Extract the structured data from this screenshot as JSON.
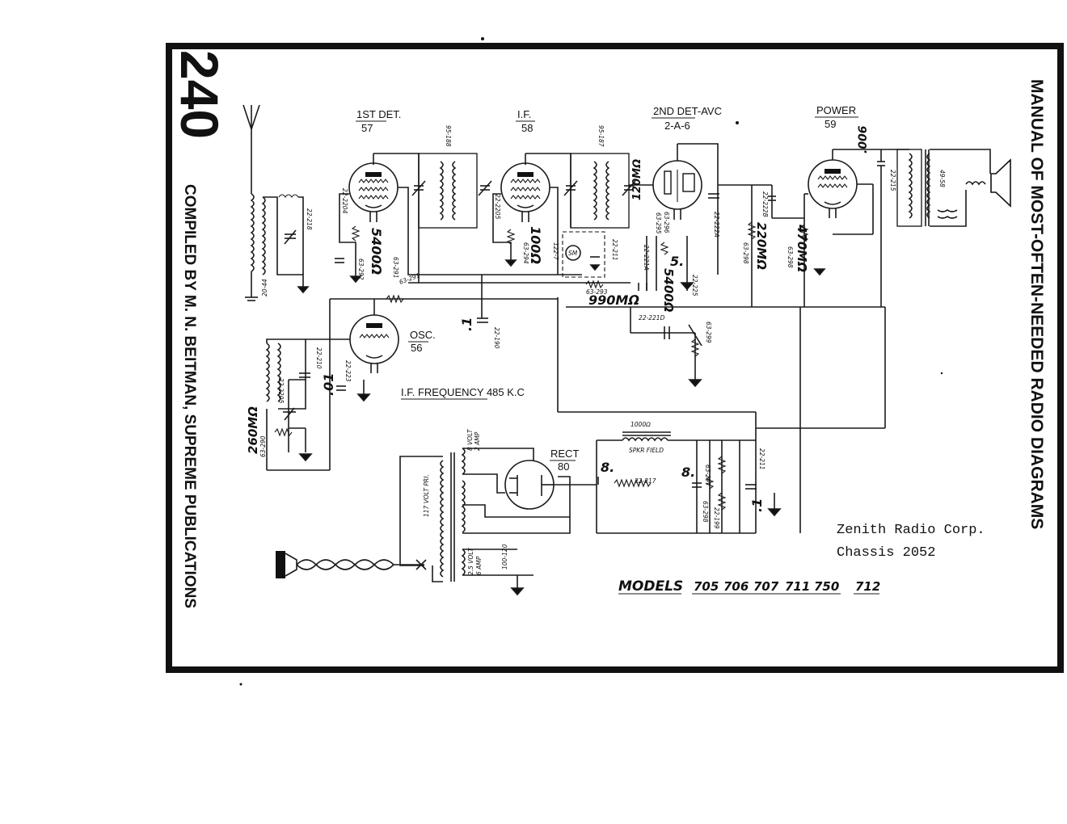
{
  "page_number": "240",
  "credit": "COMPILED BY M. N. BEITMAN, SUPREME PUBLICATIONS",
  "manual_title": "MANUAL OF MOST-OFTEN-NEEDED RADIO DIAGRAMS",
  "maker": "Zenith Radio Corp.",
  "chassis": "Chassis 2052",
  "models_label": "MODELS",
  "models": [
    "705",
    "706",
    "707",
    "711",
    "750",
    "712"
  ],
  "if_frequency": "I.F. FREQUENCY  485 K.C",
  "tubes": {
    "det1": {
      "name": "1ST DET.",
      "type": "57"
    },
    "if": {
      "name": "I.F.",
      "type": "58"
    },
    "det2": {
      "name": "2ND DET-AVC",
      "type": "2-A-6"
    },
    "power": {
      "name": "POWER",
      "type": "59"
    },
    "osc": {
      "name": "OSC.",
      "type": "56"
    },
    "rect": {
      "name": "RECT",
      "type": "80"
    }
  },
  "values": {
    "r_5400_a": "5400Ω",
    "r_100": "100Ω",
    "r_990": "990MΩ",
    "r_120": "120MΩ",
    "r_5400_b": "5400Ω",
    "r_220": "220MΩ",
    "r_470": "470MΩ",
    "r_260": "260MΩ",
    "c_01": ".01",
    "c_1a": ".1",
    "c_1b": ".1",
    "c_006": ".006",
    "c_8a": "8.",
    "c_8b": "8.",
    "c_5": "5.",
    "field": "1000Ω",
    "spkr_field": "SPKR FIELD",
    "spk": "49-58"
  },
  "parts": {
    "p22218": "22-218",
    "p22204": "22-2204",
    "p63292": "63-292",
    "p63291": "63-291",
    "p95188": "95-188",
    "p22205": "22-2205",
    "p63294": "63-294",
    "p95187": "95-187",
    "p1227": "122-7",
    "p22211a": "22-211",
    "p22221a": "22-221A",
    "p63293": "63-293",
    "p63295": "63-295",
    "p63296": "63-296",
    "p22225": "22-225",
    "p22222a": "22-222A",
    "p22221b": "22-221B",
    "p63298": "63-298",
    "p22222b": "22-222B",
    "p22215": "22-215",
    "p63299": "63-299",
    "p22190": "22-190",
    "p20244": "20-44",
    "p22210": "22-210",
    "p22223": "22-223",
    "p63290": "63-290",
    "p22217": "22-217",
    "p63297": "63-297",
    "p63298b": "63-298",
    "p22199": "22-199",
    "p22211b": "22-211",
    "p22221d": "22-221D",
    "sm": "SM",
    "v8": "8 VOLT",
    "a2": "2 AMP",
    "v117": "117 VOLT PRI.",
    "v25": "2.5 VOLT",
    "a6": "6 AMP",
    "v100": "100-120"
  }
}
